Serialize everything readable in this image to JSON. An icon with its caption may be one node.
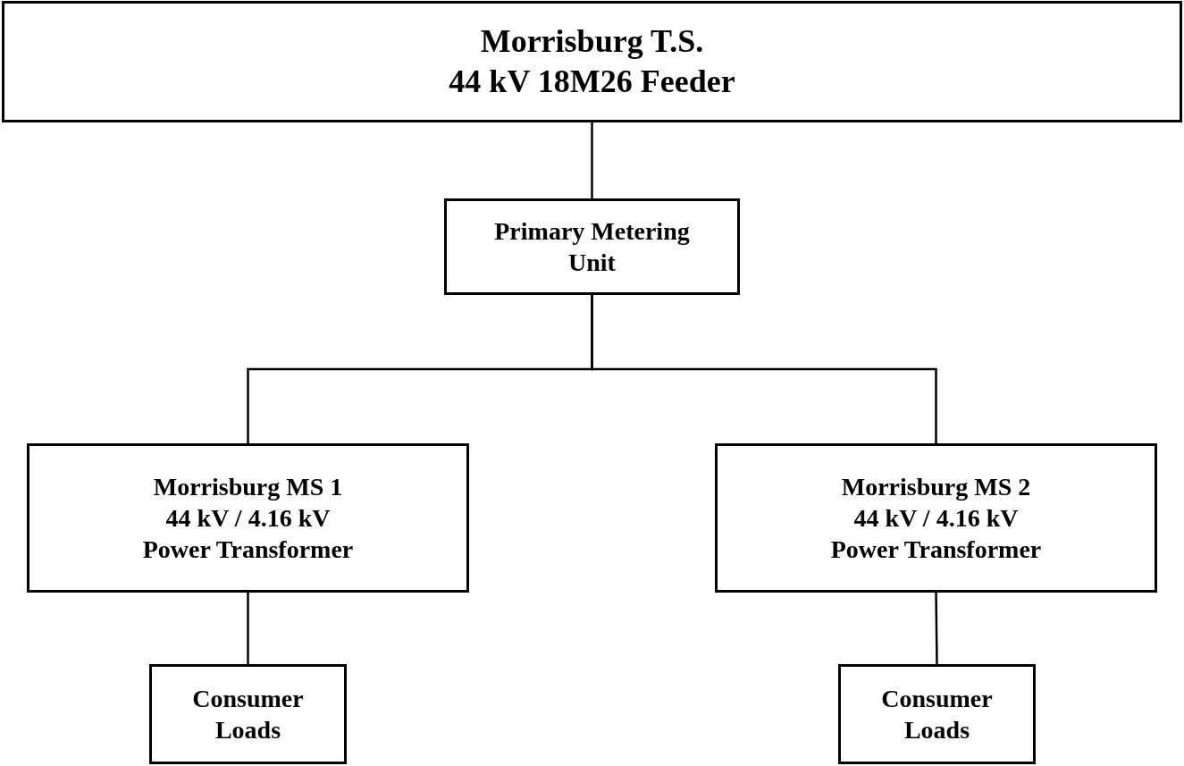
{
  "diagram": {
    "nodes": [
      {
        "text": [
          "Morrisburg T.S.",
          "44 kV 18M26 Feeder"
        ]
      },
      {
        "text": [
          "Primary Metering Unit"
        ]
      },
      {
        "text": [
          "Morrisburg MS 1",
          "44 kV / 4.16 kV",
          "Power Transformer"
        ]
      },
      {
        "text": [
          "Morrisburg MS 2",
          "44 kV / 4.16 kV",
          "Power Transformer"
        ]
      },
      {
        "text": [
          "Consumer Loads"
        ]
      },
      {
        "text": [
          "Consumer Loads"
        ]
      }
    ],
    "edges": [
      {
        "from": 0,
        "to": 1,
        "arrow": "none"
      },
      {
        "from": 1,
        "to": 2,
        "arrow": "none"
      },
      {
        "from": 1,
        "to": 3,
        "arrow": "none"
      },
      {
        "from": 2,
        "to": 4,
        "arrow": "none"
      },
      {
        "from": 3,
        "to": 5,
        "arrow": "none"
      }
    ]
  }
}
